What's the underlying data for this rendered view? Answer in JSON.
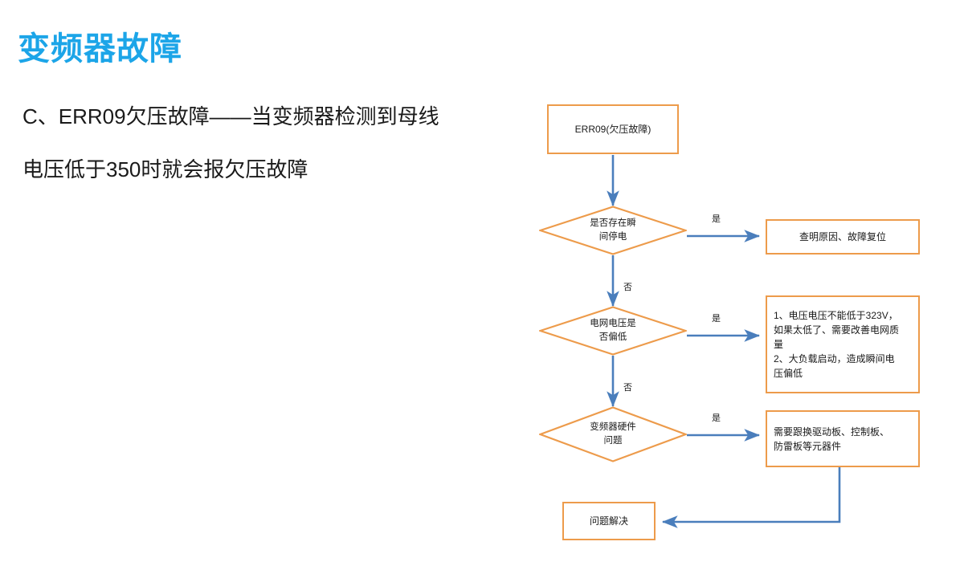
{
  "slide": {
    "title": "变频器故障",
    "title_color": "#1CA5E8",
    "body_lines": [
      "C、ERR09欠压故障——当变频器检测到母线",
      "电压低于350时就会报欠压故障"
    ]
  },
  "flowchart": {
    "shape_border_color": "#ED9B4B",
    "arrow_color": "#4A7EBC",
    "nodes": {
      "start": {
        "label": "ERR09(欠压故障)",
        "shape": "rectangle"
      },
      "decision_1": {
        "label_line_1": "是否存在瞬",
        "label_line_2": "间停电",
        "shape": "diamond"
      },
      "decision_2": {
        "label_line_1": "电网电压是",
        "label_line_2": "否偏低",
        "shape": "diamond"
      },
      "decision_3": {
        "label_line_1": "变频器硬件",
        "label_line_2": "问题",
        "shape": "diamond"
      },
      "result_1": {
        "label": "查明原因、故障复位",
        "shape": "rectangle"
      },
      "result_2": {
        "line_1": "1、电压电压不能低于323V，",
        "line_2": "如果太低了、需要改善电网质",
        "line_3": "量",
        "line_4": "2、大负载启动，造成瞬间电",
        "line_5": "压偏低",
        "shape": "rectangle"
      },
      "result_3": {
        "line_1": "需要跟换驱动板、控制板、",
        "line_2": "防雷板等元器件",
        "shape": "rectangle"
      },
      "end": {
        "label": "问题解决",
        "shape": "rectangle"
      }
    },
    "edge_labels": {
      "yes_1": "是",
      "yes_2": "是",
      "yes_3": "是",
      "no_1": "否",
      "no_2": "否"
    }
  }
}
